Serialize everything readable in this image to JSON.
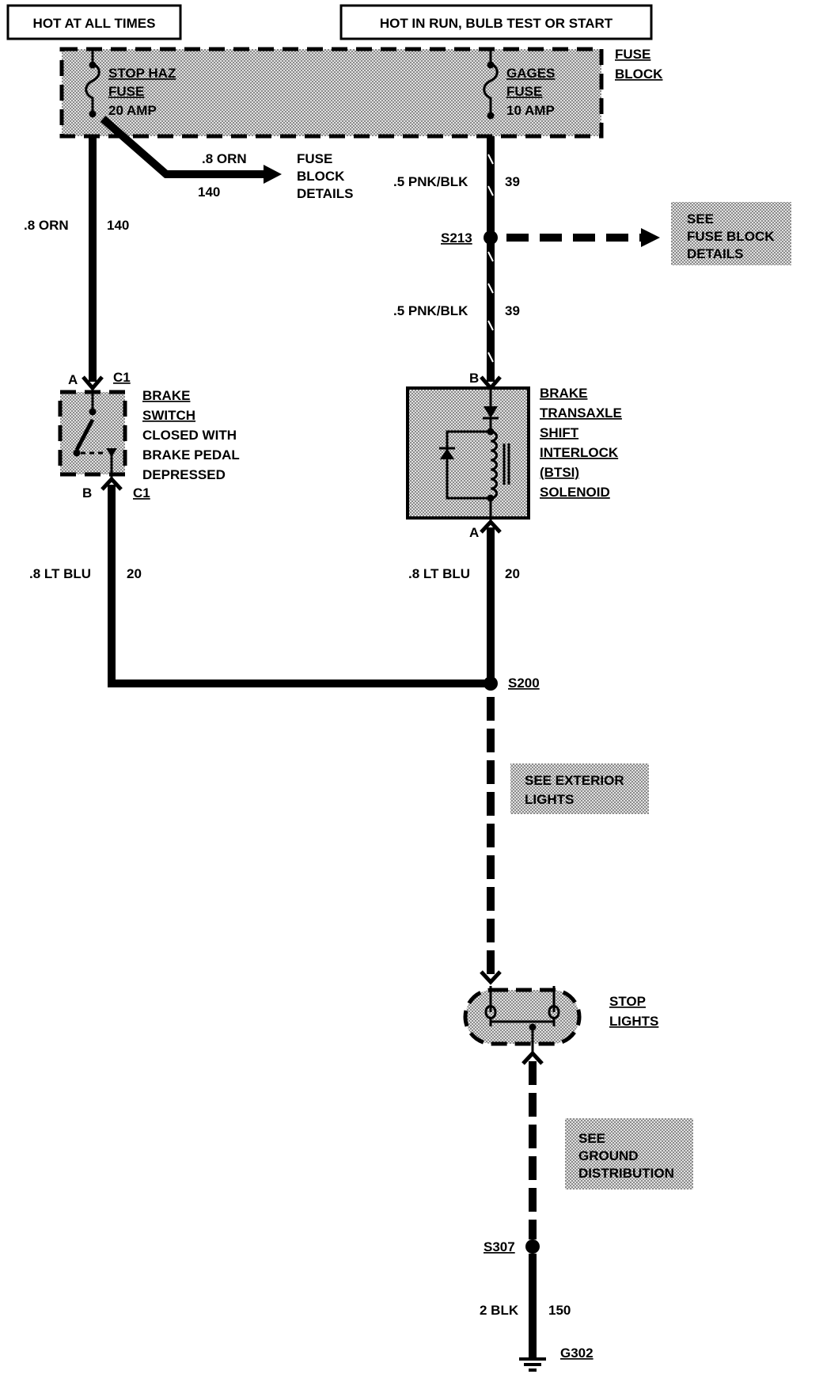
{
  "power": {
    "hot_at_all_times": "HOT AT ALL TIMES",
    "hot_in_run": "HOT IN RUN, BULB TEST OR START"
  },
  "fuse_block": {
    "label_line1": "FUSE",
    "label_line2": "BLOCK",
    "stop_haz": {
      "line1": "STOP HAZ",
      "line2": "FUSE",
      "line3": "20 AMP"
    },
    "gages": {
      "line1": "GAGES",
      "line2": "FUSE",
      "line3": "10 AMP"
    }
  },
  "wires": {
    "orn_branch": {
      "gauge": ".8 ORN",
      "circuit": "140"
    },
    "orn_main": {
      "gauge": ".8 ORN",
      "circuit": "140"
    },
    "pnk_upper": {
      "gauge": ".5 PNK/BLK",
      "circuit": "39"
    },
    "pnk_lower": {
      "gauge": ".5 PNK/BLK",
      "circuit": "39"
    },
    "ltblu_left": {
      "gauge": ".8 LT BLU",
      "circuit": "20"
    },
    "ltblu_right": {
      "gauge": ".8 LT BLU",
      "circuit": "20"
    },
    "blk_ground": {
      "gauge": "2 BLK",
      "circuit": "150"
    }
  },
  "fuse_block_details": {
    "line1": "FUSE",
    "line2": "BLOCK",
    "line3": "DETAILS"
  },
  "see_fuse_block": {
    "line1": "SEE",
    "line2": "FUSE BLOCK",
    "line3": "DETAILS"
  },
  "splices": {
    "s213": "S213",
    "s200": "S200",
    "s307": "S307"
  },
  "brake_switch": {
    "pin_top": "A",
    "conn_top": "C1",
    "pin_bottom": "B",
    "conn_bottom": "C1",
    "line1": "BRAKE",
    "line2": "SWITCH",
    "line3": "CLOSED WITH",
    "line4": "BRAKE PEDAL",
    "line5": "DEPRESSED"
  },
  "btsi": {
    "pin_top": "B",
    "pin_bottom": "A",
    "line1": "BRAKE",
    "line2": "TRANSAXLE",
    "line3": "SHIFT",
    "line4": "INTERLOCK",
    "line5": "(BTSI)",
    "line6": "SOLENOID"
  },
  "see_exterior": {
    "line1": "SEE EXTERIOR",
    "line2": "LIGHTS"
  },
  "stop_lights": {
    "line1": "STOP",
    "line2": "LIGHTS"
  },
  "see_ground": {
    "line1": "SEE",
    "line2": "GROUND",
    "line3": "DISTRIBUTION"
  },
  "ground": {
    "label": "G302"
  },
  "colors": {
    "line": "#000000",
    "shade": "#9a9a9a",
    "background": "#ffffff"
  }
}
